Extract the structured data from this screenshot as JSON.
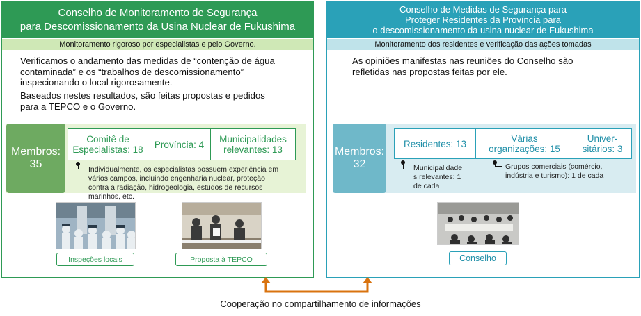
{
  "left": {
    "title_line1": "Conselho de Monitoramento de Segurança",
    "title_line2": "para Descomissionamento da Usina Nuclear de Fukushima",
    "subtitle": "Monitoramento rigoroso por especialistas e pelo Governo.",
    "desc1_line1": "Verificamos o andamento das medidas de “contenção de água",
    "desc1_line2": "contaminada” e os “trabalhos de descomissionamento”",
    "desc1_line3": "inspecionando o local rigorosamente.",
    "desc2_line1": "Baseados nestes resultados, são feitas propostas e pedidos",
    "desc2_line2": "para a TEPCO e o Governo.",
    "members_label": "Membros:",
    "members_count": "35",
    "categories": [
      {
        "line1": "Comitê de",
        "line2": "Especialistas: 18"
      },
      {
        "line1": "Província: 4",
        "line2": ""
      },
      {
        "line1": "Municipalidades",
        "line2": "relevantes: 13"
      }
    ],
    "note_line1": "Individualmente, os especialistas possuem experiência em",
    "note_line2": "vários campos, incluindo  engenharia nuclear, proteção",
    "note_line3": "contra a radiação, hidrogeologia, estudos de recursos",
    "note_line4": "marinhos, etc.",
    "caption1": "Inspeções locais",
    "caption2": "Proposta à TEPCO",
    "color": "#2e9a55"
  },
  "right": {
    "title_line1": "Conselho de Medidas de Segurança para",
    "title_line2": "Proteger Residentes da Província para",
    "title_line3": "o descomissionamento da usina nuclear de Fukushima",
    "subtitle": "Monitoramento dos residentes e verificação das ações tomadas",
    "desc_line1": "As opiniões manifestas nas reuniões do Conselho são",
    "desc_line2": "refletidas nas propostas feitas por ele.",
    "members_label": "Membros:",
    "members_count": "32",
    "categories": [
      {
        "line1": "Residentes: 13",
        "line2": ""
      },
      {
        "line1": "Várias",
        "line2": "organizações: 15"
      },
      {
        "line1": "Univer-",
        "line2": "sitários: 3"
      }
    ],
    "note_a_line1": "Municipalidade",
    "note_a_line2": "s relevantes: 1",
    "note_a_line3": "de cada",
    "note_b_line1": "Grupos comerciais (comércio,",
    "note_b_line2": "indústria e turismo): 1 de cada",
    "caption": "Conselho",
    "color": "#2aa1b8"
  },
  "footer": {
    "cooperation": "Cooperação no compartilhamento de informações",
    "arrow_color": "#d9730f"
  }
}
